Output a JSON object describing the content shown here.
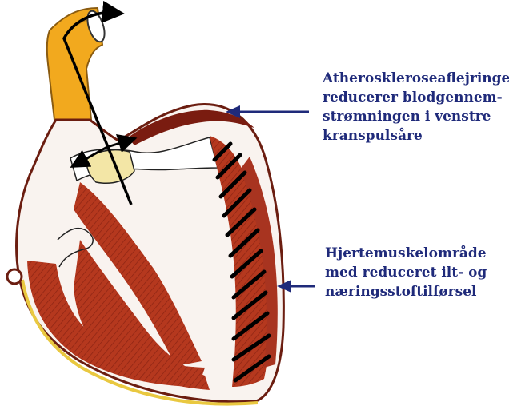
{
  "callouts": {
    "atherosclerosis": {
      "lines": [
        "Atheroskleroseaflejringer",
        "reducerer blodgennem-",
        "strømningen i venstre",
        "kranspulsåre"
      ]
    },
    "muscle_area": {
      "lines": [
        "Hjertemuskelområde",
        "med reduceret ilt- og",
        "næringsstoftilførsel"
      ]
    }
  },
  "colors": {
    "label_text": "#1f2a7a",
    "pointer_arrow": "#1f2a7a",
    "heart_outline": "#6b1d10",
    "muscle": "#b5381e",
    "muscle_dark": "#8c2413",
    "aorta": "#f2a91e",
    "valve": "#f3e6a6",
    "plaque": "#7a1c10",
    "epicardium_fat": "#e9c840",
    "flow_arrow": "#000000"
  },
  "icons": {
    "pointer": "arrow-left-icon",
    "flow": "arrow-up-right-icon"
  }
}
